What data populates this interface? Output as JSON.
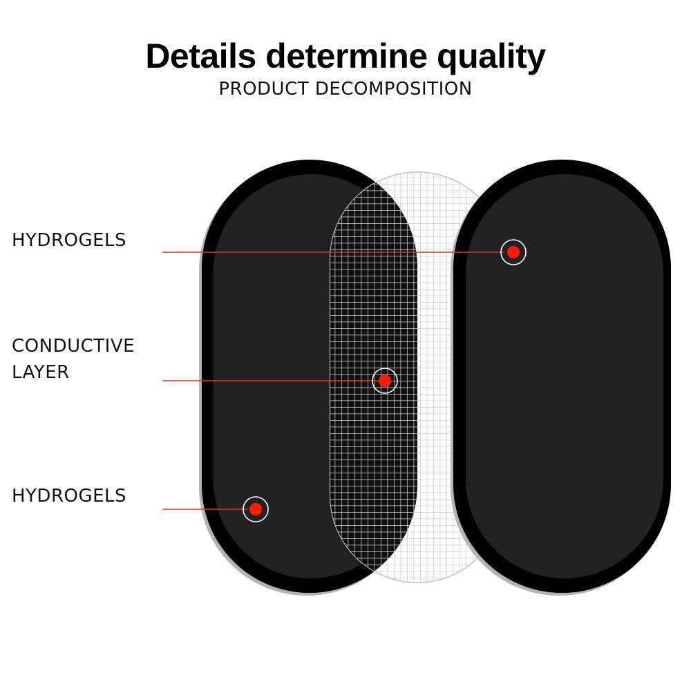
{
  "header": {
    "title": "Details determine quality",
    "subtitle": "PRODUCT DECOMPOSITION"
  },
  "labels": {
    "top": "HYDROGELS",
    "middle_line1": "CONDUCTIVE",
    "middle_line2": "LAYER",
    "bottom": "HYDROGELS"
  },
  "colors": {
    "pad_outer": "#000000",
    "pad_inner": "#222222",
    "mesh_line": "#cccccc",
    "leader_line": "#e8321e",
    "marker_dot": "#ff1a00",
    "marker_ring": "#ffffff"
  }
}
